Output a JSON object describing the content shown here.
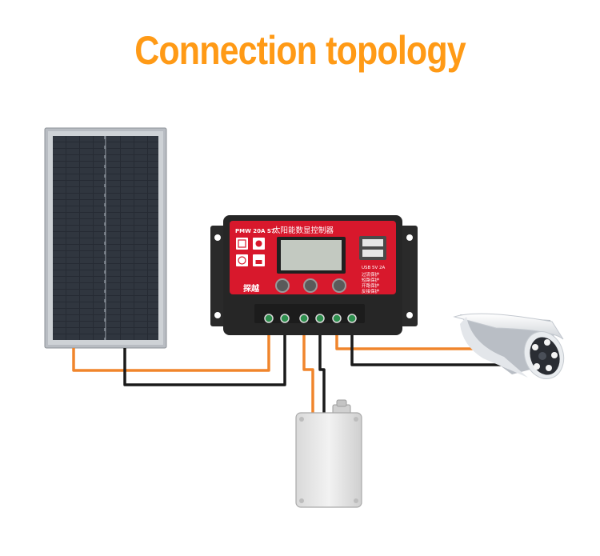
{
  "title": "Connection topology",
  "controller": {
    "model_label": "PMW 20A S7",
    "name_label": "太阳能数显控制器",
    "usb_label": "USB 5V 2A",
    "brand_label": "探越",
    "protection_labels": [
      "过流保护",
      "短路保护",
      "开路保护",
      "反接保护"
    ]
  },
  "colors": {
    "title": "#ff9a16",
    "wire_positive": "#f0852c",
    "wire_negative": "#1a1a1a",
    "controller_panel": "#d8182c",
    "controller_body": "#262626"
  }
}
